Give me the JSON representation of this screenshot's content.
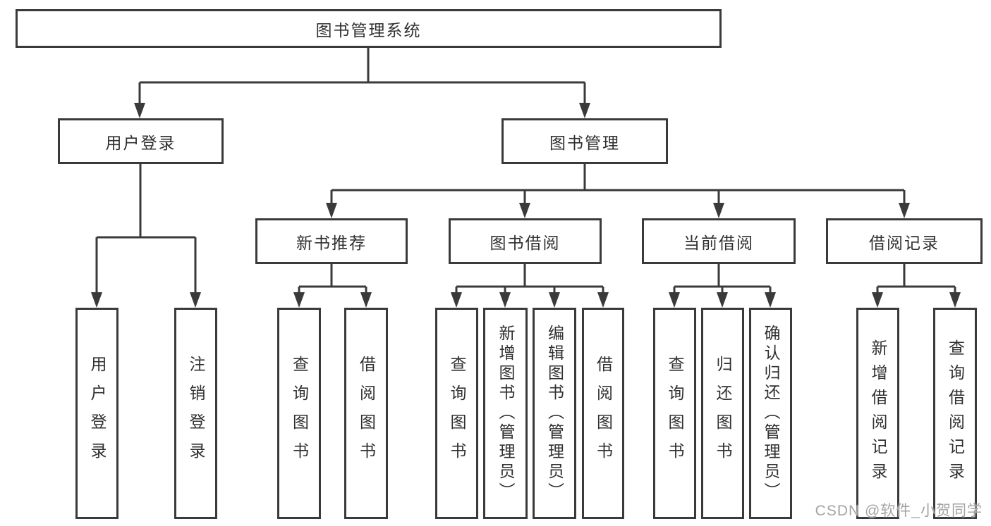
{
  "tree": {
    "root": {
      "label": "图书管理系统",
      "children": [
        {
          "label": "用户登录",
          "children": [
            {
              "label": "用户登录"
            },
            {
              "label": "注销登录"
            }
          ]
        },
        {
          "label": "图书管理",
          "children": [
            {
              "label": "新书推荐",
              "children": [
                {
                  "label": "查询图书"
                },
                {
                  "label": "借阅图书"
                }
              ]
            },
            {
              "label": "图书借阅",
              "children": [
                {
                  "label": "查询图书"
                },
                {
                  "label": "新增图书（管理员）"
                },
                {
                  "label": "编辑图书（管理员）"
                },
                {
                  "label": "借阅图书"
                }
              ]
            },
            {
              "label": "当前借阅",
              "children": [
                {
                  "label": "查询图书"
                },
                {
                  "label": "归还图书"
                },
                {
                  "label": "确认归还（管理员）"
                }
              ]
            },
            {
              "label": "借阅记录",
              "children": [
                {
                  "label": "新增借阅记录"
                },
                {
                  "label": "查询借阅记录"
                }
              ]
            }
          ]
        }
      ]
    }
  },
  "watermark": {
    "text": "CSDN @软件_小贺同学"
  },
  "colors": {
    "line": "#3a3a3a",
    "box_border": "#3a3a3a",
    "text": "#303030",
    "background": "#ffffff",
    "watermark": "#a3a3a3"
  }
}
